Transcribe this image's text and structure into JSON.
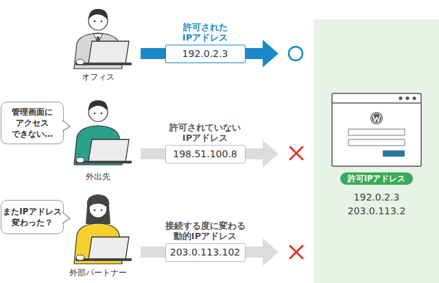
{
  "diagram": {
    "nodes": [
      {
        "text": [
          "許可された IPアドレス",
          "192.0.2.3"
        ]
      },
      {
        "text": [
          "192.0.2.3",
          "203.0.113.2"
        ]
      },
      {
        "text": [
          "許可IPアドレス"
        ],
        "in": 1
      },
      {
        "text": [
          "管理画面に アクセス できない…"
        ]
      },
      {
        "text": [
          "許可されていない IPアドレス",
          "198.51.100.8"
        ]
      },
      {
        "text": [
          "またIPアドレス 変わった？"
        ]
      },
      {
        "text": [
          "接続する度に変わる 動的IPアドレス",
          "203.0.113.102"
        ]
      }
    ],
    "labels": [
      "オフィス",
      "外出先",
      "外部パートナー"
    ]
  }
}
